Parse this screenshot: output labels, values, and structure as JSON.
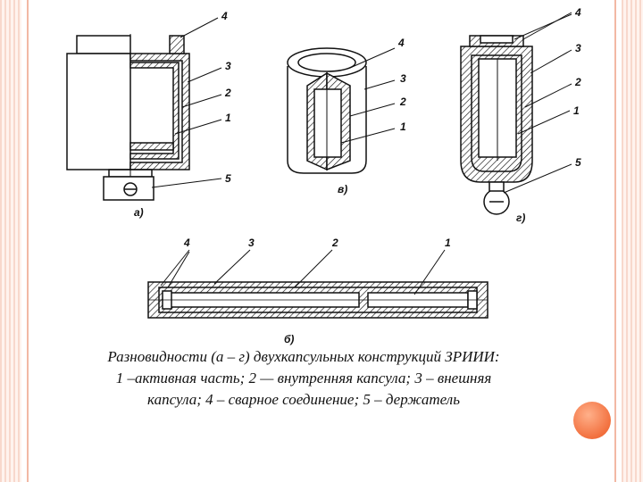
{
  "labels": {
    "a": {
      "n4": "4",
      "n3": "3",
      "n2": "2",
      "n1": "1",
      "n5": "5",
      "fig": "а)"
    },
    "v": {
      "n4": "4",
      "n3": "3",
      "n2": "2",
      "n1": "1",
      "fig": "в)"
    },
    "g": {
      "n4": "4",
      "n3": "3",
      "n2": "2",
      "n1": "1",
      "n5": "5",
      "fig": "г)"
    },
    "b": {
      "n4": "4",
      "n3": "3",
      "n2": "2",
      "n1": "1",
      "fig": "б)"
    }
  },
  "caption": {
    "line1": "Разновидности (а – г) двухкапсульных конструкций ЗРИИИ:",
    "line2": "1 –активная часть; 2 — внутренняя капсула; 3 – внешняя",
    "line3": "капсула; 4 – сварное соединение; 5 – держатель"
  },
  "colors": {
    "frame": "#f8d8cc",
    "accent": "#f2703e",
    "ink": "#111111"
  }
}
